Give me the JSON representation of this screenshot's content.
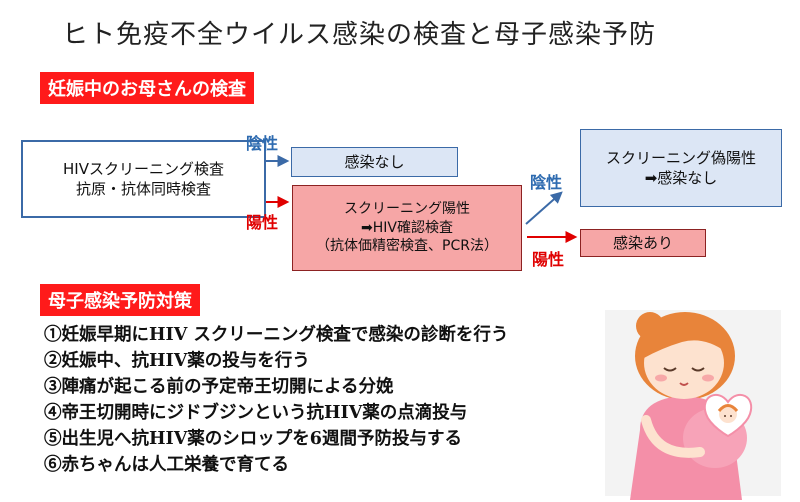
{
  "title": "ヒト免疫不全ウイルス感染の検査と母子感染予防",
  "section_test": "妊娠中のお母さんの検査",
  "screening_box": {
    "line1": "HIVスクリーニング検査",
    "line2": "抗原・抗体同時検査"
  },
  "negative_label": "陰性",
  "positive_label": "陽性",
  "negative_result": "感染なし",
  "positive_box": {
    "line1": "スクリーニング陽性",
    "line2": "➡HIV確認検査",
    "line3": "（抗体価精密検査、PCR法）"
  },
  "false_positive_box": {
    "line1": "スクリーニング偽陽性",
    "line2": "➡感染なし"
  },
  "infected_result": "感染あり",
  "section_prevention": "母子感染予防対策",
  "measures": [
    "①妊娠早期にHIV スクリーニング検査で感染の診断を行う",
    "②妊娠中、抗HIV薬の投与を行う",
    "③陣痛が起こる前の予定帝王切開による分娩",
    "④帝王切開時にジドブジンという抗HIV薬の点滴投与",
    "⑤出生児へ抗HIV薬のシロップを6週間予防投与する",
    "⑥赤ちゃんは人工栄養で育てる"
  ],
  "colors": {
    "accent_red": "#ff1a1a",
    "blue": "#3b6aa7",
    "pink": "#f6a6a6",
    "light_blue": "#dce6f5"
  }
}
